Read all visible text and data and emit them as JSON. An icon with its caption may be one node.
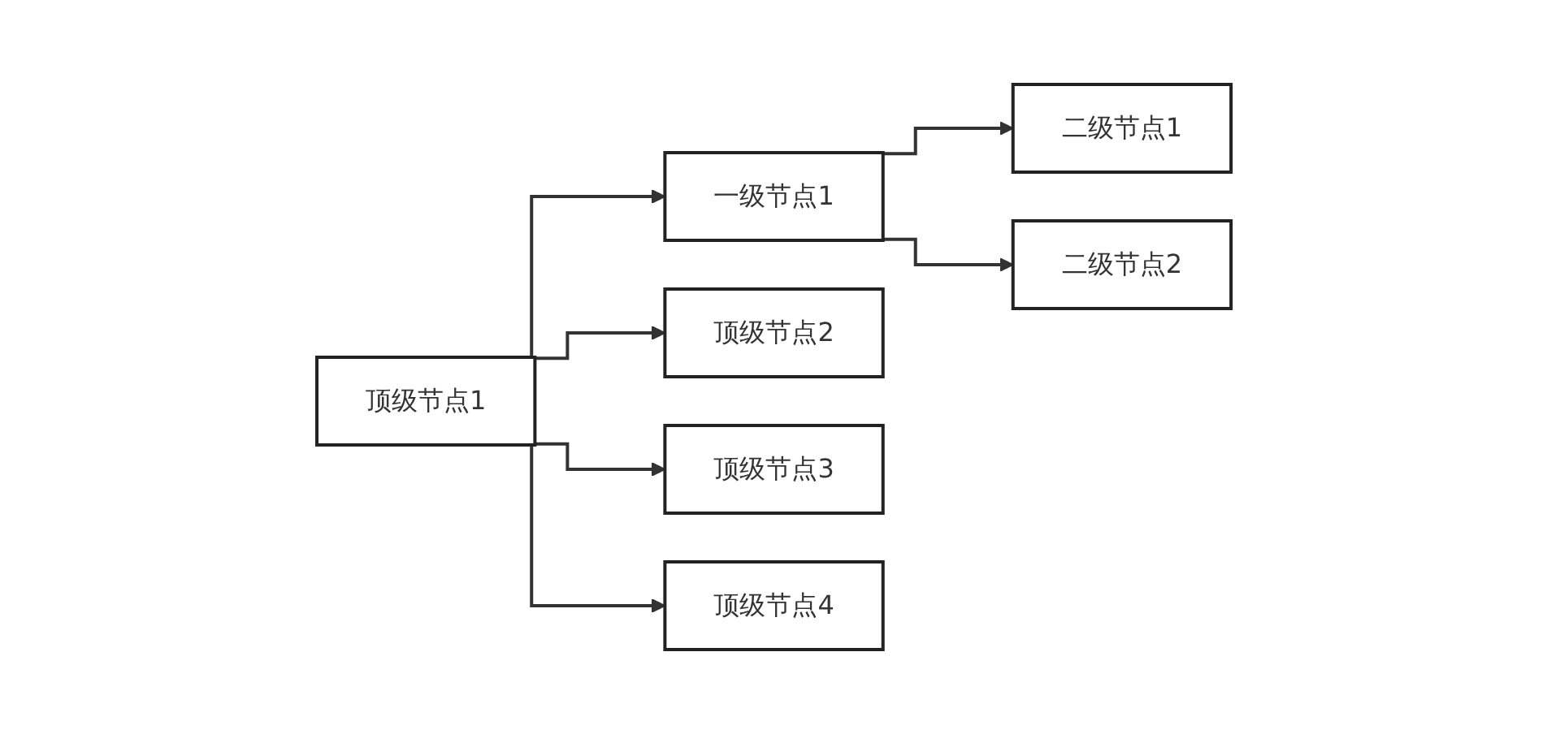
{
  "diagram": {
    "nodes": [
      {
        "text": [
          "顶级节点1"
        ]
      },
      {
        "text": [
          "一级节点1"
        ]
      },
      {
        "text": [
          "顶级节点2"
        ]
      },
      {
        "text": [
          "顶级节点3"
        ]
      },
      {
        "text": [
          "顶级节点4"
        ]
      },
      {
        "text": [
          "二级节点1"
        ]
      },
      {
        "text": [
          "二级节点2"
        ]
      }
    ],
    "edges": [
      {
        "from": 0,
        "to": 1,
        "arrow": "to"
      },
      {
        "from": 0,
        "to": 2,
        "arrow": "to"
      },
      {
        "from": 0,
        "to": 3,
        "arrow": "to"
      },
      {
        "from": 0,
        "to": 4,
        "arrow": "to"
      },
      {
        "from": 1,
        "to": 5,
        "arrow": "to"
      },
      {
        "from": 1,
        "to": 6,
        "arrow": "to"
      }
    ]
  }
}
